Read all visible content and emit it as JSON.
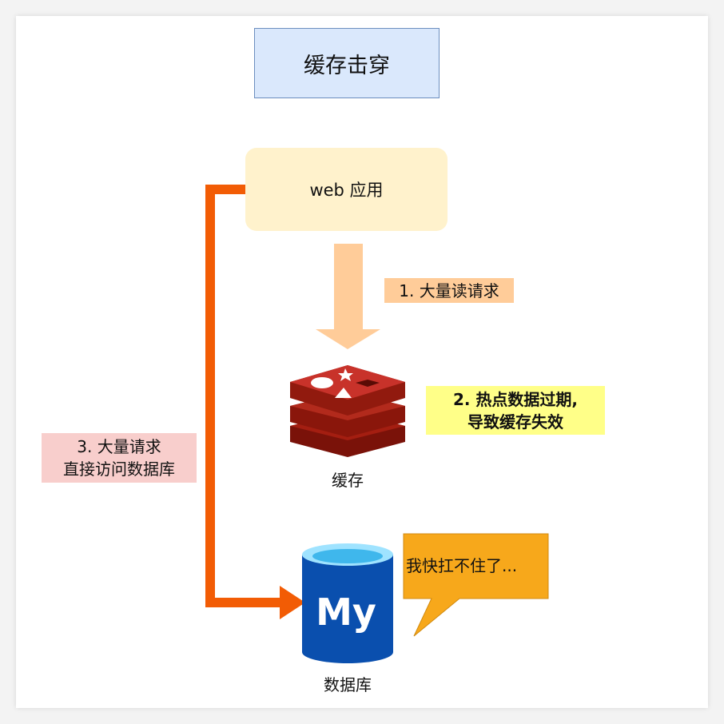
{
  "title": "缓存击穿",
  "web_app": "web 应用",
  "step1": "1. 大量读请求",
  "step2": {
    "line1": "2. 热点数据过期,",
    "line2": "导致缓存失效"
  },
  "step3": {
    "line1": "3. 大量请求",
    "line2": "直接访问数据库"
  },
  "cache_label": "缓存",
  "db_label": "数据库",
  "db_logo_text": "My",
  "bubble": "我快扛不住了...",
  "colors": {
    "title_fill": "#dae8fc",
    "title_border": "#6c8ebf",
    "web_fill": "#fff2cc",
    "arrow_down": "#ffcc99",
    "arrow_orange": "#f25c05",
    "step1_fill": "#ffcc99",
    "step2_fill": "#ffff88",
    "step3_fill": "#f8cecc",
    "redis_red": "#a41e11",
    "mysql_blue": "#0a4fae",
    "bubble_fill": "#f7a81b"
  },
  "icons": {
    "cache": "redis-icon",
    "database": "mysql-database-icon"
  }
}
